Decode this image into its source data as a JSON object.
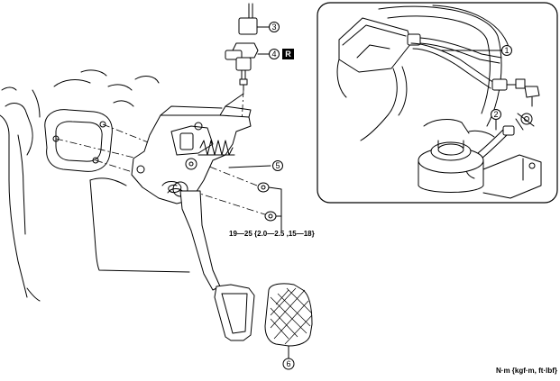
{
  "callouts": {
    "c1": "1",
    "c2": "2",
    "c3": "3",
    "c4": "4",
    "c5": "5",
    "c6": "6"
  },
  "badge": "R",
  "torque_spec": "19—25 {2.0—2.5 ,15—18}",
  "unit_note": "N·m {kgf·m, ft·lbf}",
  "colors": {
    "line": "#000000",
    "background": "#ffffff",
    "badge_bg": "#000000"
  }
}
